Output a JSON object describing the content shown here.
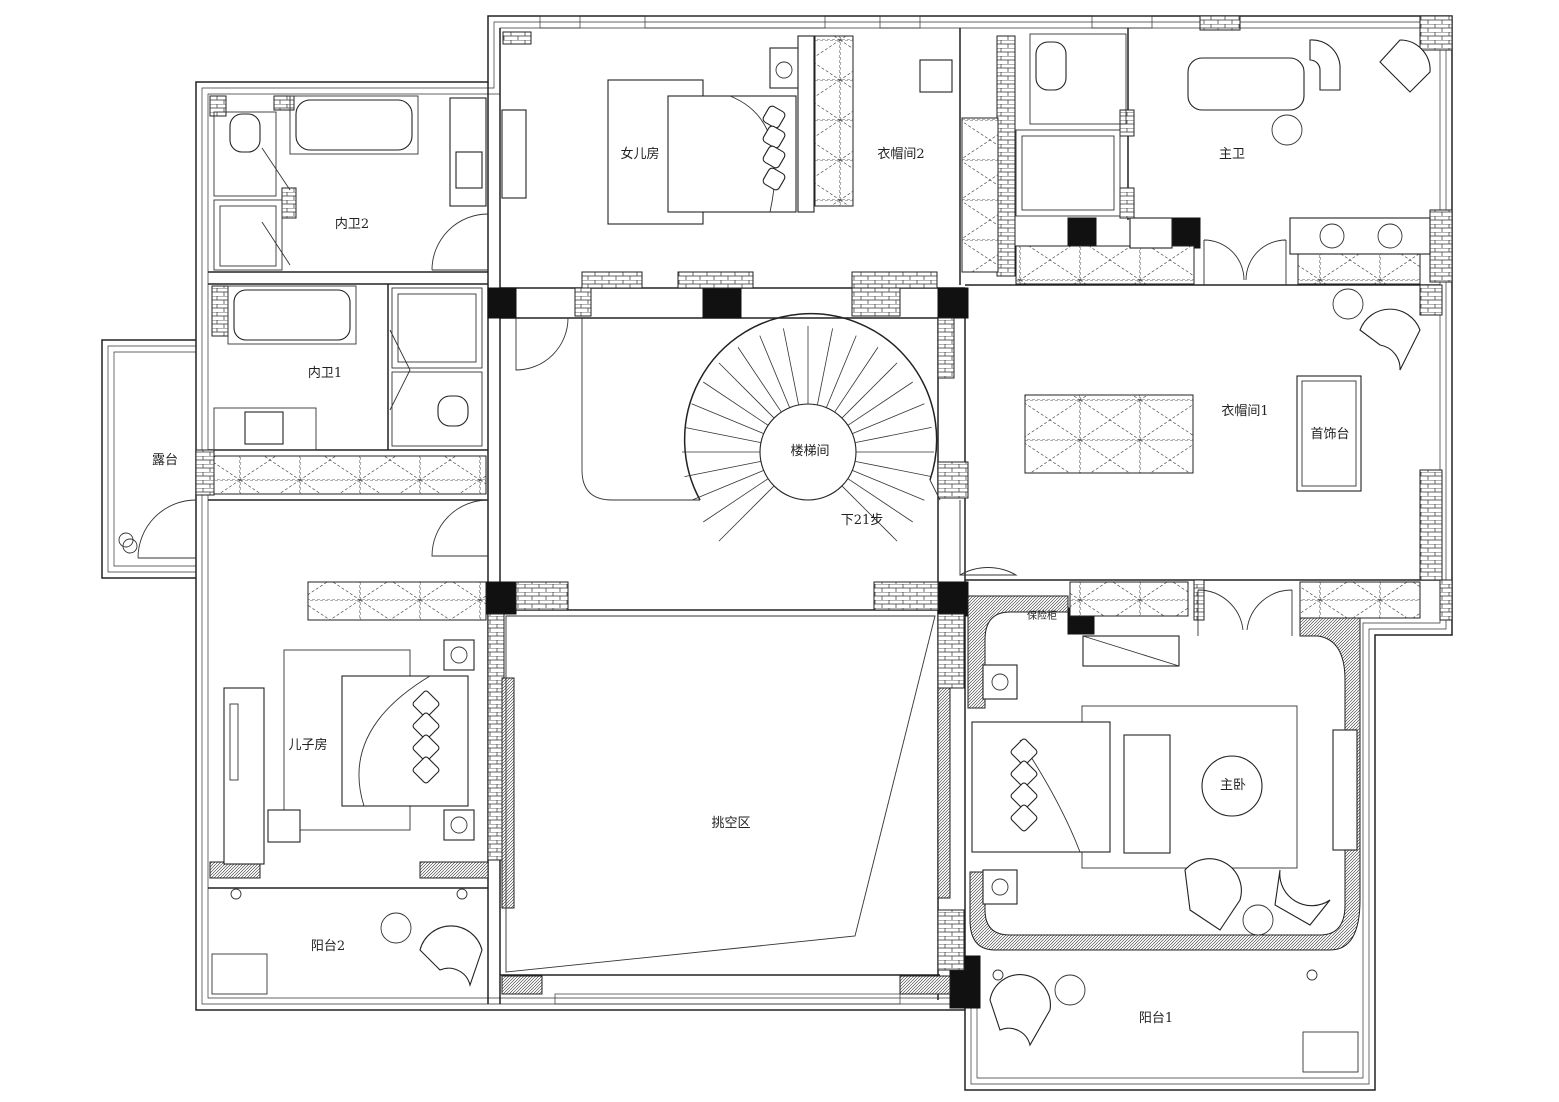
{
  "rooms": {
    "daughter_room": "女儿房",
    "cloakroom_2": "衣帽间2",
    "master_bath": "主卫",
    "inner_bath_2": "内卫2",
    "inner_bath_1": "内卫1",
    "terrace": "露台",
    "stair_hall": "楼梯间",
    "cloakroom_1": "衣帽间1",
    "jewelry_table": "首饰台",
    "down_steps": "下21步",
    "safe_cabinet": "保险柜",
    "son_room": "儿子房",
    "void_area": "挑空区",
    "master_bedroom": "主卧",
    "balcony_2": "阳台2",
    "balcony_1": "阳台1"
  },
  "colors": {
    "line": "#222222",
    "wall_fill": "#111111",
    "paper": "#ffffff"
  }
}
